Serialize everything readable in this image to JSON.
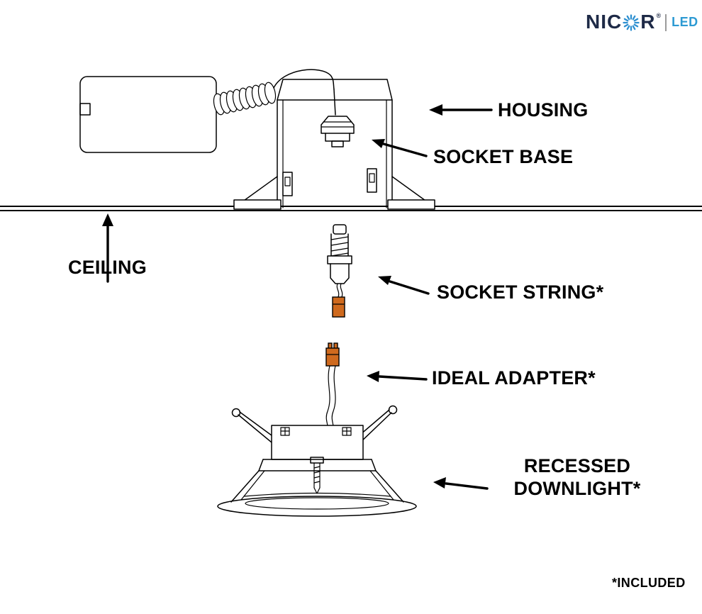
{
  "logo": {
    "nic": "NIC",
    "r": "R",
    "registered": "®",
    "led": "LED"
  },
  "labels": {
    "housing": "HOUSING",
    "socket_base": "SOCKET BASE",
    "ceiling": "CEILING",
    "socket_string": "SOCKET STRING*",
    "ideal_adapter": "IDEAL ADAPTER*",
    "recessed_downlight_line1": "RECESSED",
    "recessed_downlight_line2": "DOWNLIGHT*",
    "included_note": "*INCLUDED"
  },
  "colors": {
    "line": "#000000",
    "connector_orange": "#cf6a1e",
    "logo_navy": "#1e2a47",
    "logo_blue": "#2d9ad3"
  }
}
